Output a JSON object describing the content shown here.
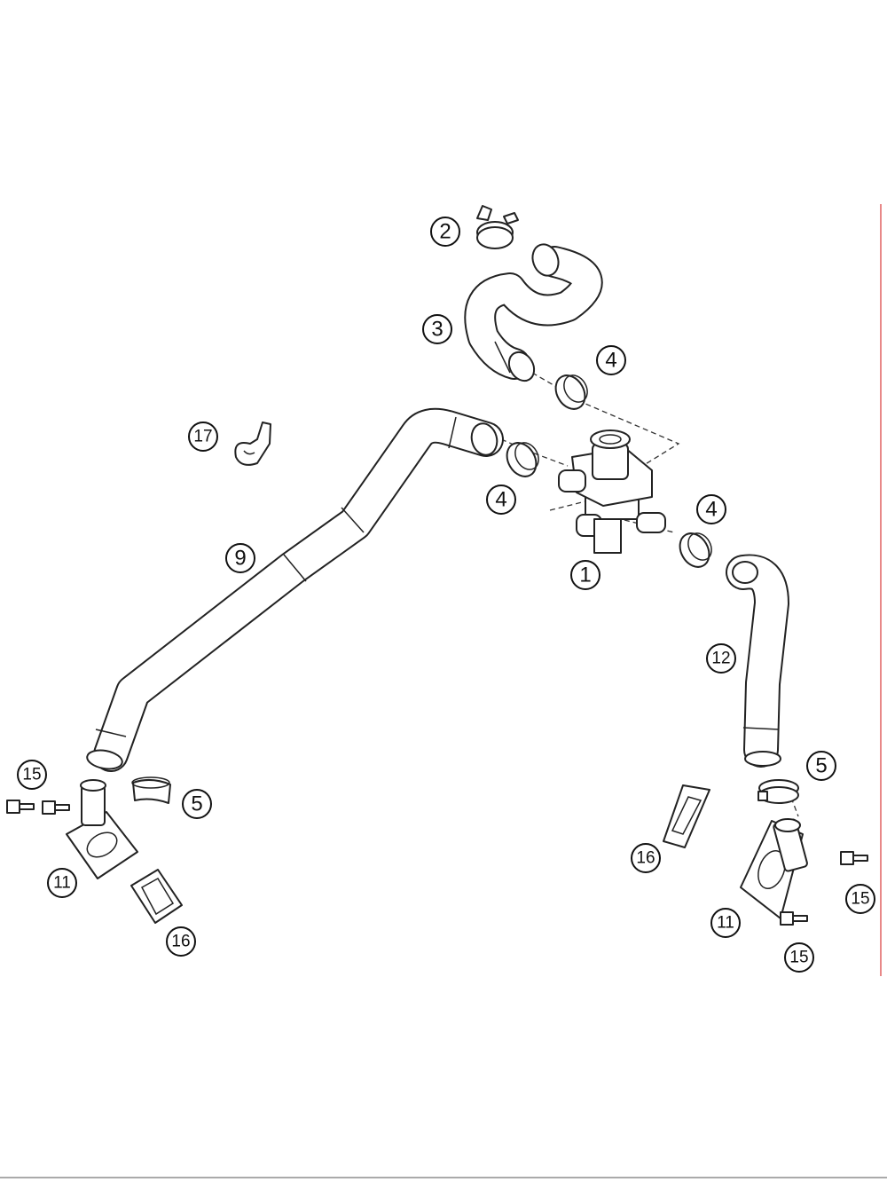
{
  "callouts": {
    "c1": "1",
    "c2": "2",
    "c3": "3",
    "c4a": "4",
    "c4b": "4",
    "c4c": "4",
    "c5a": "5",
    "c5b": "5",
    "c9": "9",
    "c11a": "11",
    "c11b": "11",
    "c12": "12",
    "c15a": "15",
    "c15b": "15",
    "c15c": "15",
    "c16a": "16",
    "c16b": "16",
    "c17": "17"
  },
  "colors": {
    "line": "#222222",
    "background": "#ffffff",
    "edge_marker": "#e06060"
  }
}
